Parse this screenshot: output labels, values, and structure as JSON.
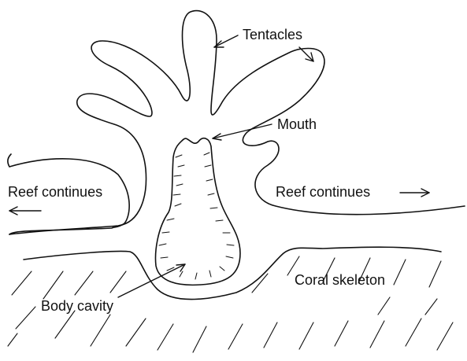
{
  "diagram": {
    "labels": {
      "tentacles": "Tentacles",
      "mouth": "Mouth",
      "reef_left": "Reef continues",
      "reef_right": "Reef continues",
      "coral_skeleton": "Coral skeleton",
      "body_cavity": "Body cavity"
    },
    "colors": {
      "ink": "#111111",
      "background": "#ffffff"
    }
  }
}
